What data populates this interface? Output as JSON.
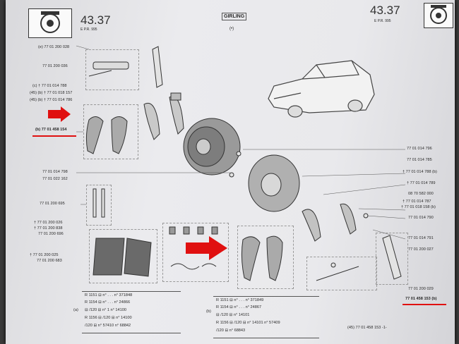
{
  "header": {
    "page_number_left": "43.37",
    "sub_left": "E     P.R. 995",
    "brand": "GIRLING",
    "brand_mark": "(•)",
    "page_number_right": "43.37",
    "sub_right": "E     P.R. 995"
  },
  "parts_left": [
    "(e) 77 01 200 028",
    "77 01 200 036",
    "(c) † 77 01 014 788",
    "(45) (b) † 77 01 018 157",
    "(45) (b) † 77 01 014 786",
    "(b) 77 01 458 154",
    "77 01 014 798",
    "77 01 022 162",
    "77 01 200 695",
    "† 77 01 200 026",
    "† 77 01 200 838",
    "77 01 200 696",
    "† 77 01 200 025",
    "77 01 200 683"
  ],
  "parts_right": [
    "77 01 014 796",
    "77 01 014 785",
    "† 77 01 014 788 (b)",
    "† 77 01 014 789",
    "08 70 582 000",
    "† 77 01 014 787",
    "† 77 01 018 158 (b)",
    "77 01 014 790",
    "77 01 014 791",
    "77 01 200 027",
    "77 01 200 029",
    "77 01 458 153 (b)"
  ],
  "table_a": {
    "label": "(a)",
    "rows": [
      "R 1151  ⊟  n° . . .    n° 371848",
      "R 1154  ⊟  n° . . .    n° 24866",
      "        ⊟  /120  ⊟  n° 1    n° 14100",
      "R 1156  ⊟  /120  ⊟  n° 14100",
      "        /120  ⊟  n° 57410    n° 68842"
    ]
  },
  "table_b": {
    "label": "(b)",
    "rows": [
      "R 1151  ⊟  n° . . .    n° 371849",
      "R 1154  ⊟  n° . . .    n° 24867",
      "        ⊟  /120  ⊟  n° 14101",
      "R 1156  ⊟  /120  ⊟  n° 14101    n° 57409",
      "        /120  ⊟  n° 68843"
    ]
  },
  "footer_ref": "(45)    77 01 458 153 -1-",
  "colors": {
    "highlight": "#e01010",
    "arrow": "#e01010",
    "ink": "#2a2a2a"
  },
  "icons": [
    "drum-brake-icon-left",
    "drum-brake-icon-right",
    "car-illustration",
    "red-arrow-left",
    "red-arrow-middle"
  ]
}
